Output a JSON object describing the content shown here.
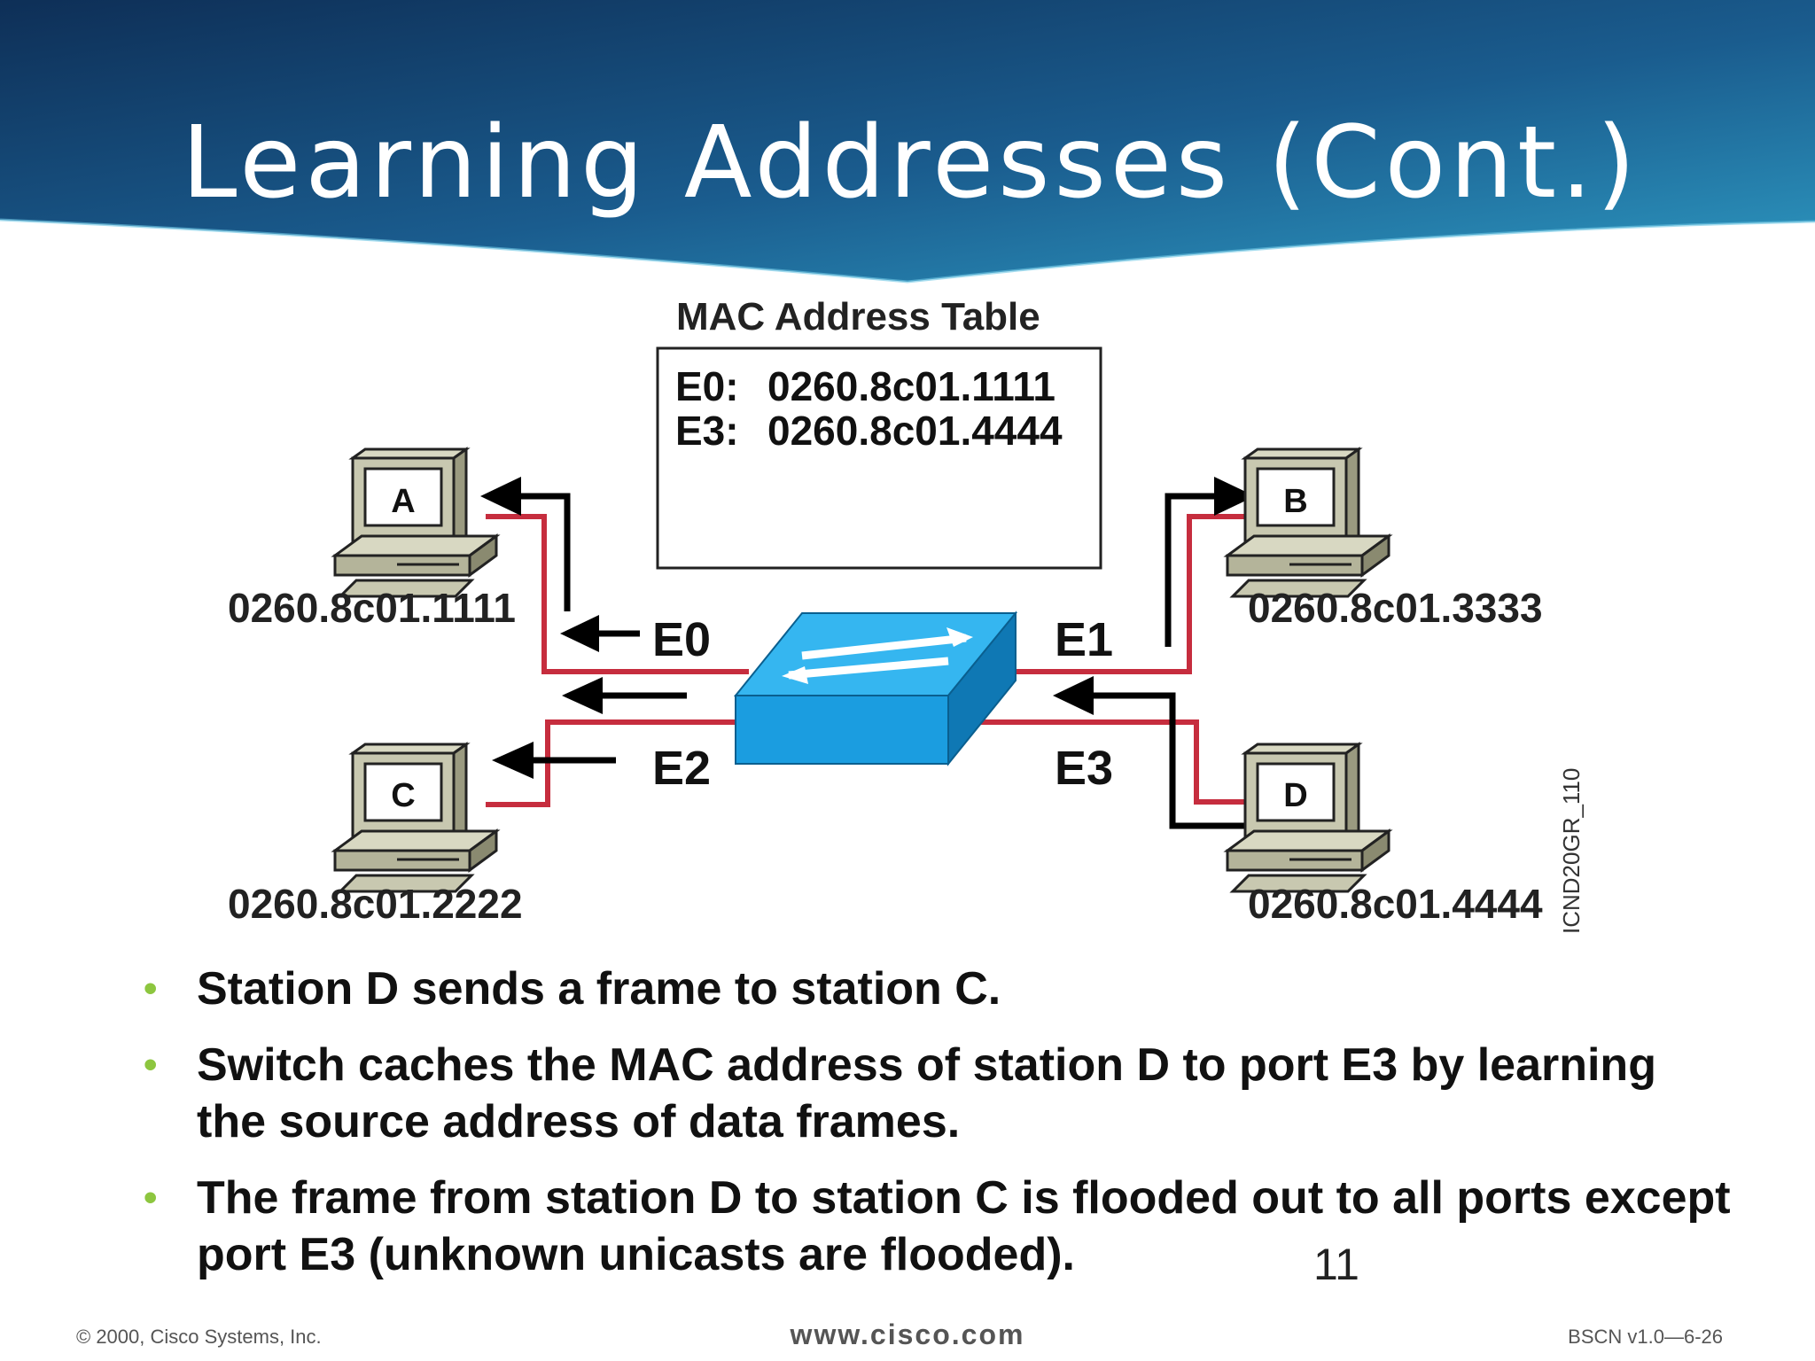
{
  "slide": {
    "title": "Learning Addresses (Cont.)",
    "number": "11"
  },
  "mac_table": {
    "heading": "MAC Address Table",
    "entries": [
      {
        "port": "E0:",
        "mac": "0260.8c01.1111"
      },
      {
        "port": "E3:",
        "mac": "0260.8c01.4444"
      }
    ]
  },
  "ports": {
    "e0": "E0",
    "e1": "E1",
    "e2": "E2",
    "e3": "E3"
  },
  "stations": {
    "a": {
      "label": "A",
      "mac": "0260.8c01.1111"
    },
    "b": {
      "label": "B",
      "mac": "0260.8c01.3333"
    },
    "c": {
      "label": "C",
      "mac": "0260.8c01.2222"
    },
    "d": {
      "label": "D",
      "mac": "0260.8c01.4444"
    }
  },
  "figure_id": "ICND20GR_110",
  "bullets": [
    "Station D sends a frame to station C.",
    "Switch caches the MAC address of station D to port E3 by learning the source address of data frames.",
    "The frame from station D to station C is flooded out to all ports except port E3 (unknown unicasts are flooded)."
  ],
  "footer": {
    "copyright": "© 2000, Cisco Systems, Inc.",
    "url": "www.cisco.com",
    "course": "BSCN v1.0—6-26"
  },
  "colors": {
    "banner_dark": "#123a66",
    "banner_light": "#2c8fb8",
    "link_red": "#c62d3e",
    "switch_blue": "#1f9ee0",
    "bullet_green": "#8dc63f"
  }
}
